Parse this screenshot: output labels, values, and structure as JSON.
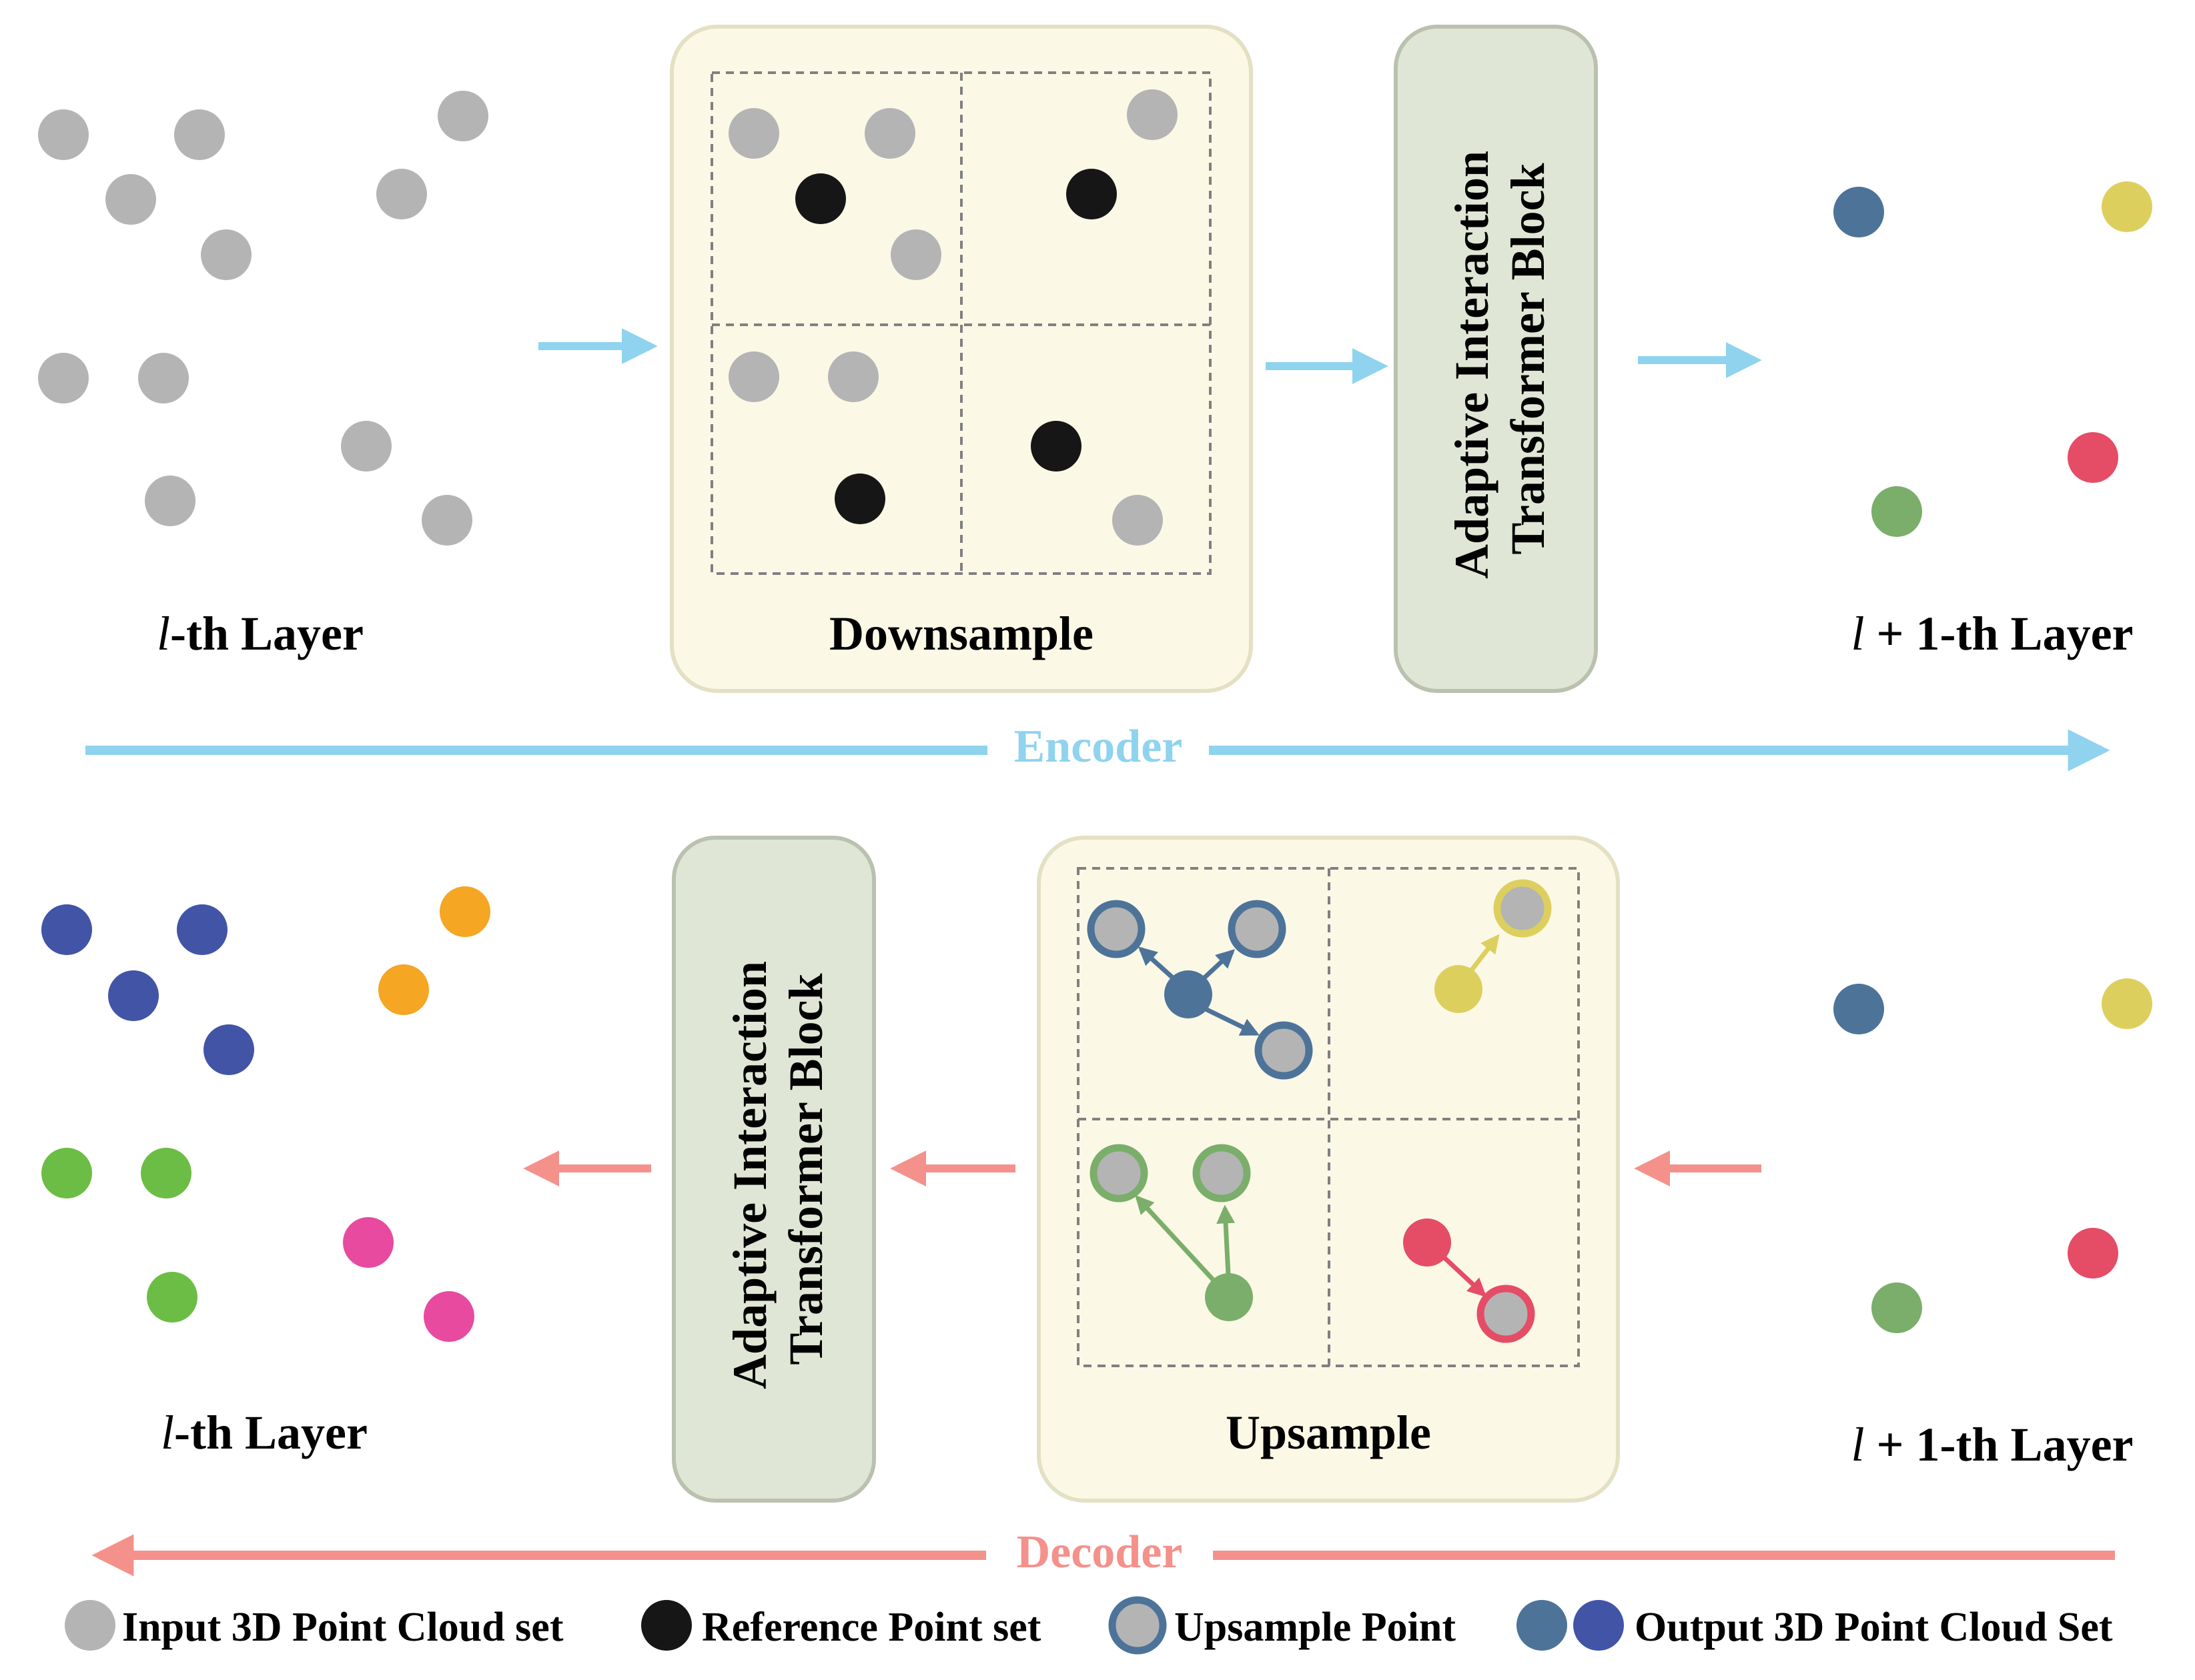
{
  "encoder": {
    "input_layer_label_prefix": "l",
    "input_layer_label_suffix": "-th Layer",
    "downsample_label": "Downsample",
    "block_line1": "Adaptive Interaction",
    "block_line2": "Transformer Block",
    "output_layer_label_prefix": "l",
    "output_layer_label_suffix": " + 1-th Layer",
    "flow_label": "Encoder",
    "flow_color": "#8fd3ee"
  },
  "decoder": {
    "input_layer_label_prefix": "l",
    "input_layer_label_suffix": " + 1-th Layer",
    "upsample_label": "Upsample",
    "block_line1": "Adaptive Interaction",
    "block_line2": "Transformer Block",
    "output_layer_label_prefix": "l",
    "output_layer_label_suffix": "-th Layer",
    "flow_label": "Decoder",
    "flow_color": "#f4918b"
  },
  "legend": {
    "input_set": "Input 3D Point Cloud set",
    "reference_set": "Reference Point set",
    "upsample_point": "Upsample Point",
    "output_set": "Output 3D Point Cloud Set"
  },
  "colors": {
    "gray_point": "#b4b4b4",
    "reference_point": "#161616",
    "cluster_blue": "#4d7399",
    "cluster_yellow": "#ddcf5e",
    "cluster_green": "#7aae6a",
    "cluster_red": "#e54c66",
    "out_blue": "#4254a6",
    "out_orange": "#f5a623",
    "out_green": "#6cbd45",
    "out_magenta": "#e84aa0",
    "downsample_box_fill": "#fbf8e6",
    "block_fill": "#dfe6d5"
  }
}
